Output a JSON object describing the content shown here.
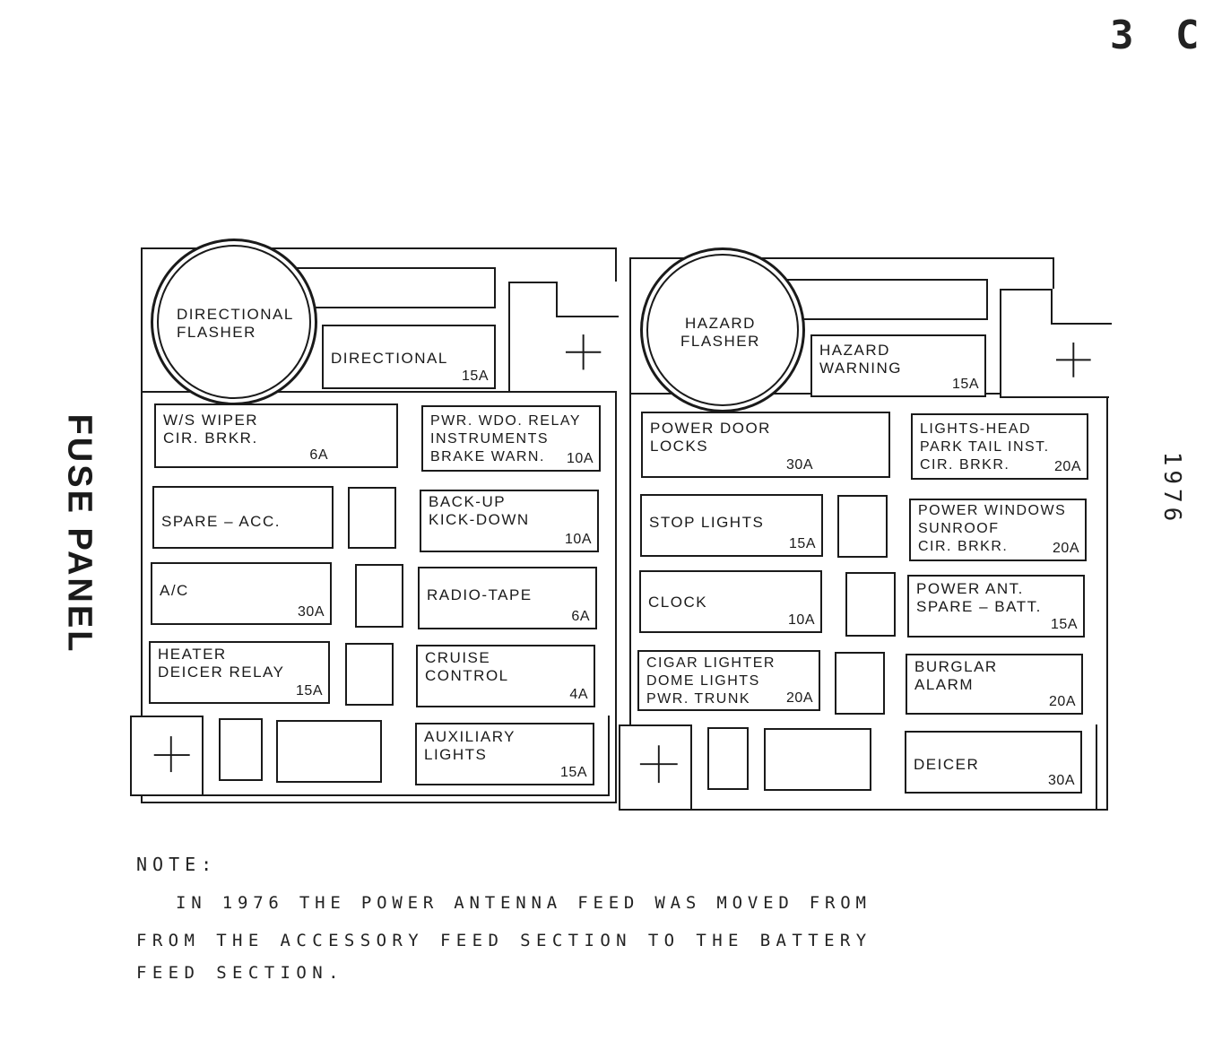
{
  "page_number": "3 C",
  "side_title": "FUSE PANEL",
  "year_mark": "1976",
  "left_panel": {
    "flasher": "DIRECTIONAL\nFLASHER",
    "directional": {
      "label": "DIRECTIONAL",
      "amp": "15A"
    },
    "fuses": [
      {
        "label": "W/S WIPER\nCIR. BRKR.",
        "amp": "6A"
      },
      {
        "label": "PWR. WDO. RELAY\nINSTRUMENTS\nBRAKE WARN.",
        "amp": "10A"
      },
      {
        "label": "SPARE – ACC.",
        "amp": ""
      },
      {
        "label": "BACK-UP\nKICK-DOWN",
        "amp": "10A"
      },
      {
        "label": "A/C",
        "amp": "30A"
      },
      {
        "label": "RADIO-TAPE",
        "amp": "6A"
      },
      {
        "label": "HEATER\nDEICER RELAY",
        "amp": "15A"
      },
      {
        "label": "CRUISE\nCONTROL",
        "amp": "4A"
      },
      {
        "label": "AUXILIARY\nLIGHTS",
        "amp": "15A"
      }
    ]
  },
  "right_panel": {
    "flasher": "HAZARD\nFLASHER",
    "hazard": {
      "label": "HAZARD\nWARNING",
      "amp": "15A"
    },
    "fuses": [
      {
        "label": "POWER DOOR\nLOCKS",
        "amp": "30A"
      },
      {
        "label": "LIGHTS-HEAD\nPARK TAIL INST.\nCIR. BRKR.",
        "amp": "20A"
      },
      {
        "label": "STOP LIGHTS",
        "amp": "15A"
      },
      {
        "label": "POWER WINDOWS\nSUNROOF\nCIR. BRKR.",
        "amp": "20A"
      },
      {
        "label": "CLOCK",
        "amp": "10A"
      },
      {
        "label": "POWER ANT.\nSPARE – BATT.",
        "amp": "15A"
      },
      {
        "label": "CIGAR LIGHTER\nDOME LIGHTS\nPWR. TRUNK",
        "amp": "20A"
      },
      {
        "label": "BURGLAR\nALARM",
        "amp": "20A"
      },
      {
        "label": "DEICER",
        "amp": "30A"
      }
    ]
  },
  "note": {
    "heading": "NOTE:",
    "line1": "IN 1976 THE POWER ANTENNA FEED WAS MOVED FROM",
    "line2": "FROM THE ACCESSORY FEED SECTION TO THE BATTERY",
    "line3": "FEED SECTION."
  }
}
